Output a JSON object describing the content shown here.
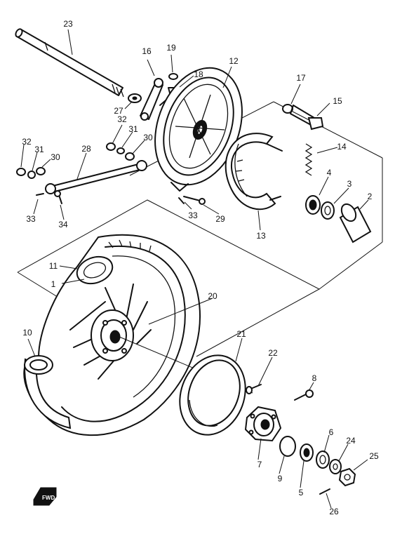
{
  "diagram": {
    "callouts": {
      "p1": "1",
      "p2": "2",
      "p3": "3",
      "p4": "4",
      "p5": "5",
      "p6": "6",
      "p7": "7",
      "p8": "8",
      "p9": "9",
      "p10": "10",
      "p11": "11",
      "p12": "12",
      "p13": "13",
      "p14": "14",
      "p15": "15",
      "p16": "16",
      "p17": "17",
      "p18": "18",
      "p19": "19",
      "p20": "20",
      "p21": "21",
      "p22": "22",
      "p23": "23",
      "p24": "24",
      "p25": "25",
      "p26": "26",
      "p27": "27",
      "p28": "28",
      "p29": "29",
      "p30a": "30",
      "p30b": "30",
      "p31a": "31",
      "p31b": "31",
      "p32a": "32",
      "p32b": "32",
      "p33a": "33",
      "p33b": "33",
      "p34": "34"
    },
    "direction_marker": "FWD"
  }
}
